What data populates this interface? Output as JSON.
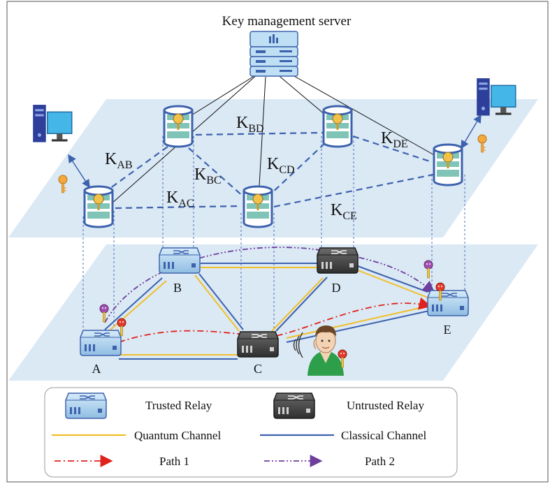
{
  "server": {
    "title": "Key management server"
  },
  "keys": {
    "ab": {
      "main": "K",
      "sub": "AB"
    },
    "bd": {
      "main": "K",
      "sub": "BD"
    },
    "de": {
      "main": "K",
      "sub": "DE"
    },
    "bc": {
      "main": "K",
      "sub": "BC"
    },
    "cd": {
      "main": "K",
      "sub": "CD"
    },
    "ac": {
      "main": "K",
      "sub": "AC"
    },
    "ce": {
      "main": "K",
      "sub": "CE"
    }
  },
  "nodes": {
    "a": "A",
    "b": "B",
    "c": "C",
    "d": "D",
    "e": "E"
  },
  "legend": {
    "trusted": "Trusted Relay",
    "untrusted": "Untrusted Relay",
    "quantum": "Quantum Channel",
    "classical": "Classical Channel",
    "path1": "Path 1",
    "path2": "Path 2"
  },
  "colors": {
    "plane": "#dbe9f5",
    "classical": "#3d62ad",
    "quantum": "#f0bf2a",
    "path1": "#e0221c",
    "path2": "#6e3e9c",
    "trusted_relay": "#a9cdeb",
    "untrusted_relay": "#4a4a4a"
  }
}
